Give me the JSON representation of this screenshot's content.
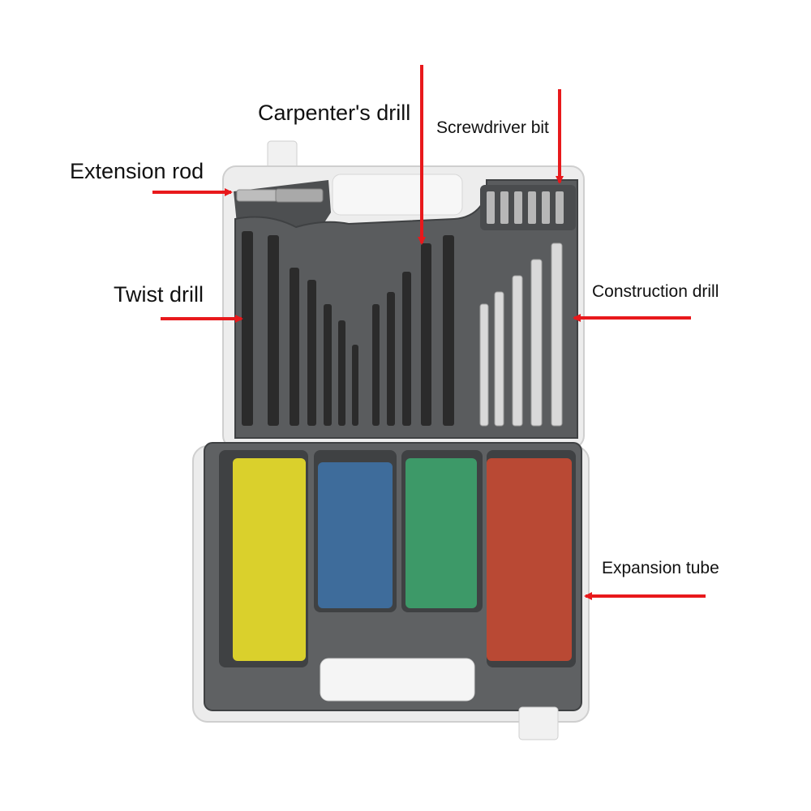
{
  "labels": {
    "carpenters_drill": "Carpenter's drill",
    "screwdriver_bit": "Screwdriver bit",
    "extension_rod": "Extension rod",
    "twist_drill": "Twist drill",
    "construction_drill": "Construction drill",
    "expansion_tube": "Expansion tube"
  },
  "colors": {
    "arrow": "#e8191c",
    "case_shell": "#ececec",
    "tray": "#5f6163",
    "tray_dark": "#3f4143",
    "drill_black": "#2b2b2b",
    "masonry_silver": "#d9d9d9",
    "anchor_yellow": "#e3d82b",
    "anchor_blue": "#3e6fa0",
    "anchor_green": "#3d9e6a",
    "anchor_red": "#c04a34"
  }
}
